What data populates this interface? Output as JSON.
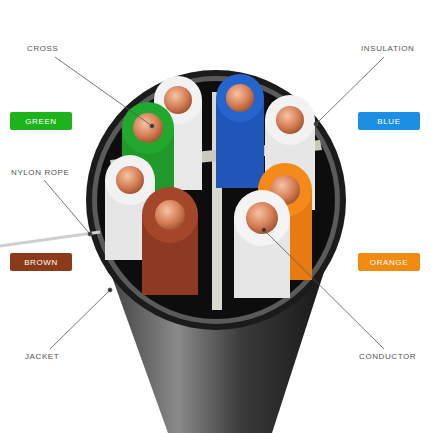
{
  "diagram": {
    "nodes": [
      {
        "text": [
          "GREEN"
        ]
      },
      {
        "text": [
          "BLUE"
        ]
      },
      {
        "text": [
          "BROWN"
        ]
      },
      {
        "text": [
          "ORANGE"
        ]
      }
    ],
    "labels": [
      "CROSS",
      "INSULATION",
      "NYLON ROPE",
      "JACKET",
      "CONDUCTOR"
    ]
  }
}
